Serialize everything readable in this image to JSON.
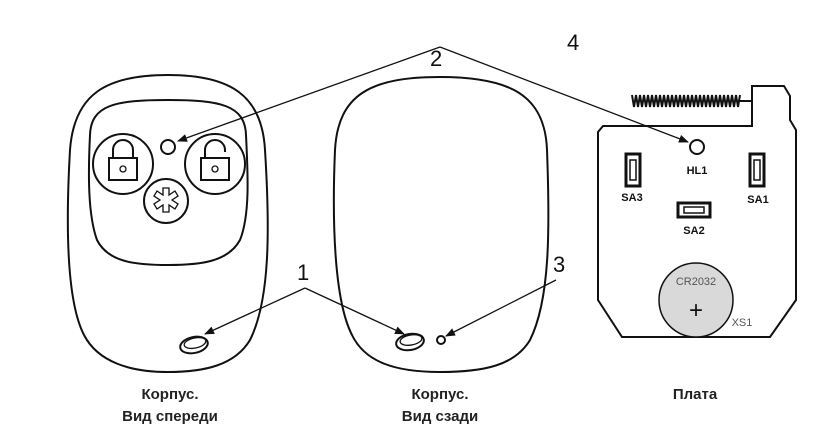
{
  "callouts": {
    "n1": "1",
    "n2": "2",
    "n3": "3",
    "n4": "4"
  },
  "captions": {
    "front_line1": "Корпус.",
    "front_line2": "Вид спереди",
    "back_line1": "Корпус.",
    "back_line2": "Вид сзади",
    "board": "Плата"
  },
  "board": {
    "led": "HL1",
    "sa1": "SA1",
    "sa2": "SA2",
    "sa3": "SA3",
    "battery": "CR2032",
    "battery_sign": "+",
    "holder": "XS1"
  },
  "colors": {
    "battery_fill": "#d9d9d9",
    "line": "#111111"
  }
}
